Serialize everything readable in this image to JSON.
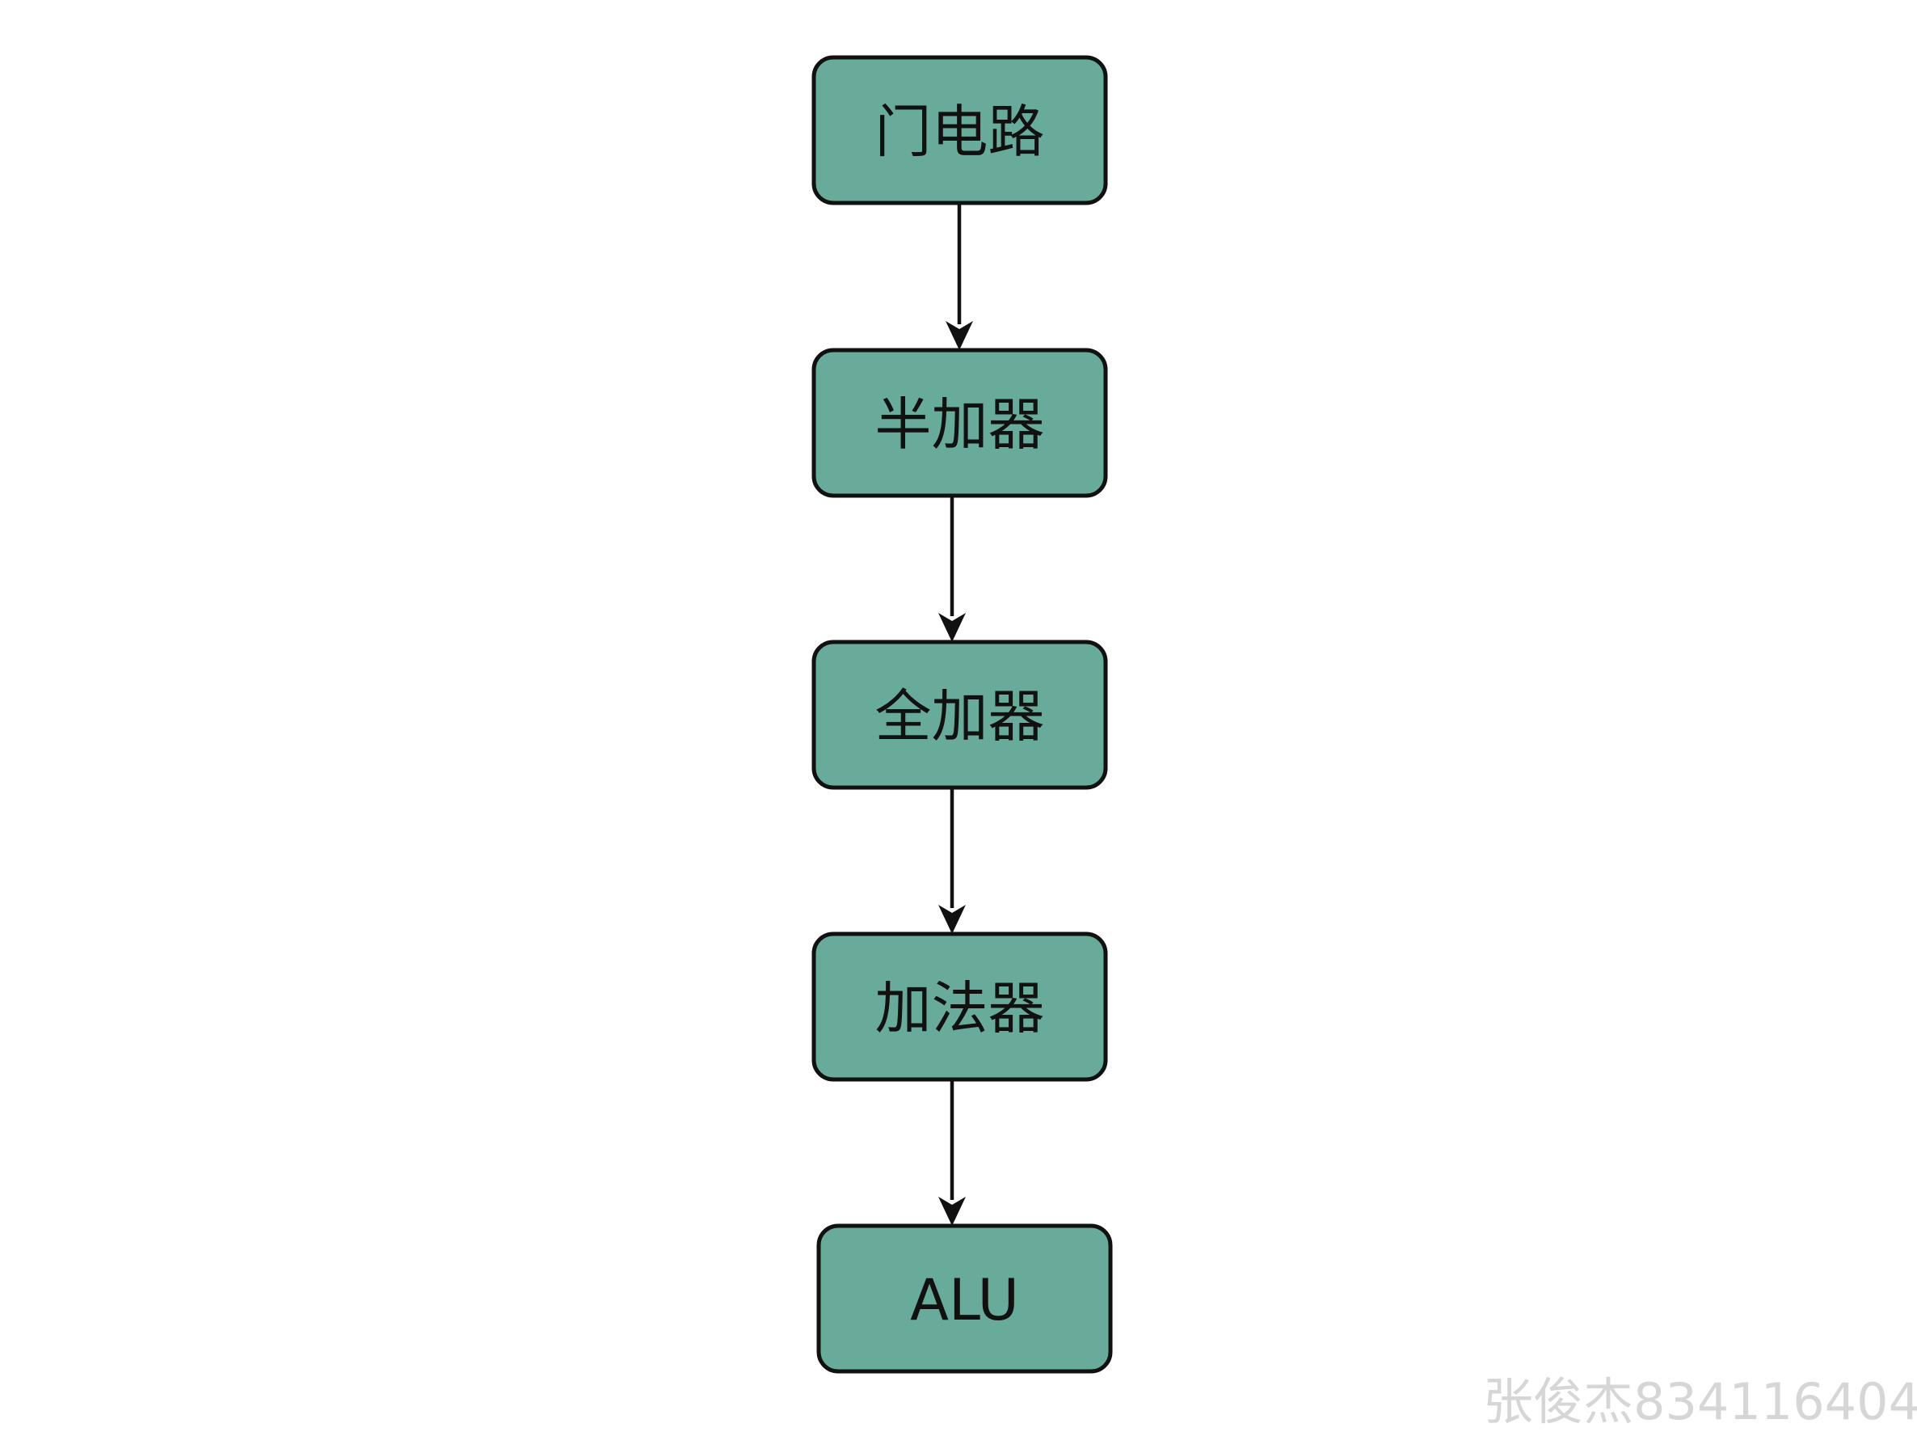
{
  "diagram": {
    "colors": {
      "node_fill": "#69ab9b",
      "node_stroke": "#111111",
      "edge": "#111111",
      "background": "#ffffff",
      "watermark": "#d6d6d6"
    },
    "nodes": [
      {
        "id": "gate-circuit",
        "label": "门电路"
      },
      {
        "id": "half-adder",
        "label": "半加器"
      },
      {
        "id": "full-adder",
        "label": "全加器"
      },
      {
        "id": "adder",
        "label": "加法器"
      },
      {
        "id": "alu",
        "label": "ALU"
      }
    ],
    "edges": [
      {
        "from": "gate-circuit",
        "to": "half-adder"
      },
      {
        "from": "half-adder",
        "to": "full-adder"
      },
      {
        "from": "full-adder",
        "to": "adder"
      },
      {
        "from": "adder",
        "to": "alu"
      }
    ]
  },
  "watermark": {
    "text": "张俊杰834116404"
  }
}
